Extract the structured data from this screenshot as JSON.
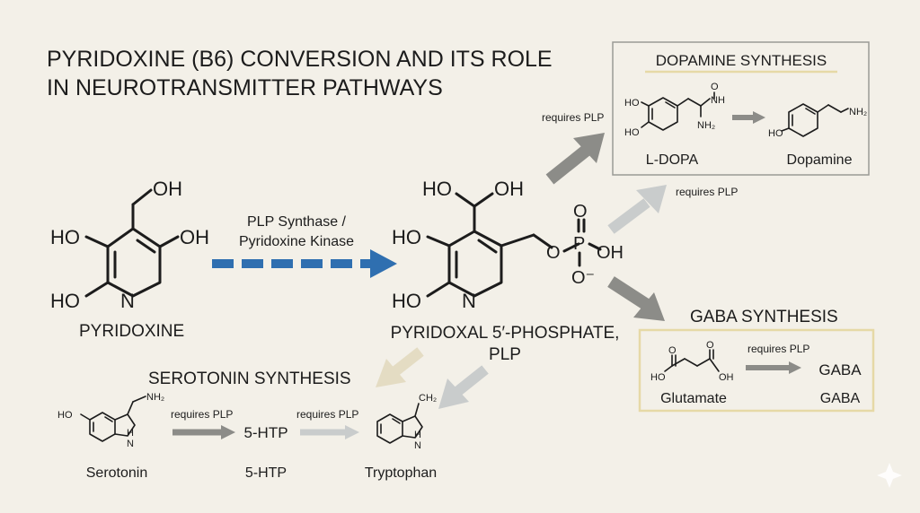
{
  "title": {
    "line1": "PYRIDOXINE (B6) CONVERSION AND ITS ROLE",
    "line2": "IN NEUROTRANSMITTER PATHWAYS"
  },
  "pyridoxine": {
    "label": "PYRIDOXINE",
    "atoms": {
      "oh_top": "OH",
      "ho_left": "HO",
      "oh_right": "OH",
      "ho_bottom": "HO",
      "n": "N"
    }
  },
  "conversion": {
    "enzyme_line1": "PLP Synthase /",
    "enzyme_line2": "Pyridoxine Kinase"
  },
  "plp": {
    "label_line1": "PYRIDOXAL 5′-PHOSPHATE,",
    "label_line2": "PLP",
    "atoms": {
      "ho_top": "HO",
      "oh_top": "OH",
      "ho_left": "HO",
      "ho_bottom": "HO",
      "n": "N",
      "o_ester": "O",
      "p": "P",
      "o_double": "O",
      "oh_p": "OH",
      "o_minus": "O⁻"
    }
  },
  "dopamine_box": {
    "title": "DOPAMINE SYNTHESIS",
    "ldopa_label": "L-DOPA",
    "dopamine_label": "Dopamine",
    "atoms": {
      "ho1": "HO",
      "ho2": "HO",
      "nh": "NH",
      "o": "O",
      "nh2": "NH₂",
      "ho3": "HO",
      "nh2_dopa": "NH₂"
    }
  },
  "gaba_box": {
    "title": "GABA SYNTHESIS",
    "glutamate_label": "Glutamate",
    "requires": "requires PLP",
    "gaba_product": "GABA",
    "gaba_label": "GABA",
    "atoms": {
      "o1": "O",
      "o2": "O",
      "ho": "HO",
      "oh": "OH"
    }
  },
  "serotonin": {
    "title": "SEROTONIN SYNTHESIS",
    "serotonin_label": "Serotonin",
    "intermediate": "5-HTP",
    "intermediate_label": "5-HTP",
    "tryptophan_label": "Tryptophan",
    "requires1": "requires PLP",
    "requires2": "requires PLP",
    "atoms": {
      "ho": "HO",
      "nh2": "NH₂",
      "h1": "H",
      "n1": "N",
      "ch2": "CH₂",
      "h2": "H",
      "n2": "N"
    }
  },
  "arrows": {
    "requires_dopamine": "requires PLP",
    "requires_mid": "requires PLP"
  },
  "colors": {
    "background": "#f3f0e8",
    "blue_arrow": "#2f6fb0",
    "gray_dark": "#8c8c88",
    "gray_light": "#c9cccc",
    "beige_arrow": "#e4dcc3",
    "box_border_gray": "#9a9a96",
    "box_border_gold": "#e6d9a6"
  }
}
